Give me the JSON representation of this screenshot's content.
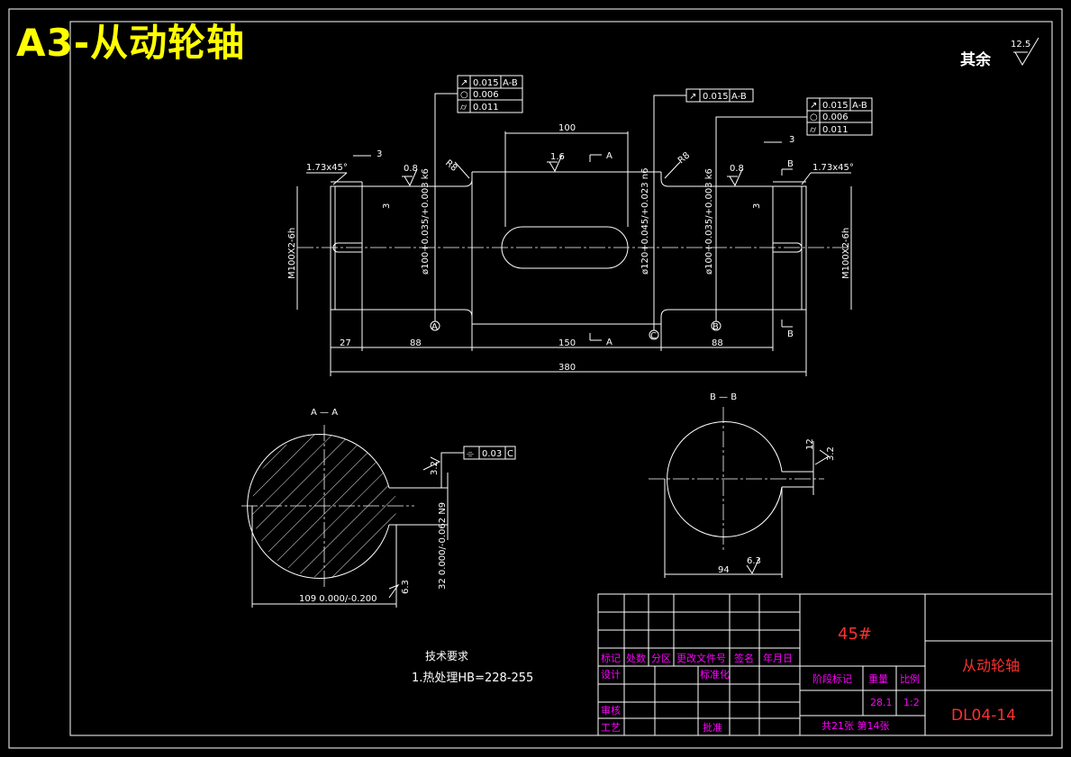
{
  "title": "A3-从动轮轴",
  "rest_roughness": {
    "label": "其余",
    "value": "12.5"
  },
  "front_view": {
    "dims": {
      "len_total": "380",
      "len_27": "27",
      "len_88_left": "88",
      "len_150": "150",
      "len_88_right": "88",
      "keyway_len": "100",
      "chamfer_left": "1.73x45°",
      "chamfer_right": "1.73x45°",
      "gap_3_left": "3",
      "gap_3_right": "3",
      "step_3_left": "3",
      "step_3_right": "3",
      "fillet_left": "R8",
      "fillet_right": "R8",
      "thread_left": "M100X2-6h",
      "thread_right": "M100X2-6h",
      "dia_left": "ø100+0.035/+0.003 k6",
      "dia_mid": "ø120+0.045/+0.023 n6",
      "dia_right": "ø100+0.035/+0.003 k6",
      "rough_08_left": "0.8",
      "rough_16": "1.6",
      "rough_08_right": "0.8"
    },
    "datums": {
      "a": "A",
      "b": "B",
      "c": "C",
      "section_a_top": "A",
      "section_a_bottom": "A",
      "section_b_top": "B",
      "section_b_bottom": "B"
    },
    "tolerance_left": [
      {
        "symbol": "↗",
        "value": "0.015",
        "datum": "A-B"
      },
      {
        "symbol": "○",
        "value": "0.006",
        "datum": ""
      },
      {
        "symbol": "⌭",
        "value": "0.011",
        "datum": ""
      }
    ],
    "tolerance_mid": [
      {
        "symbol": "↗",
        "value": "0.015",
        "datum": "A-B"
      }
    ],
    "tolerance_right": [
      {
        "symbol": "↗",
        "value": "0.015",
        "datum": "A-B"
      },
      {
        "symbol": "○",
        "value": "0.006",
        "datum": ""
      },
      {
        "symbol": "⌭",
        "value": "0.011",
        "datum": ""
      }
    ]
  },
  "section_a": {
    "label": "A — A",
    "dia": "109 0.000/-0.200",
    "width": "32 0.000/-0.062 N9",
    "rough_32": "3.2",
    "rough_63": "6.3",
    "sym_tol": {
      "symbol": "⌯",
      "value": "0.03",
      "datum": "C"
    }
  },
  "section_b": {
    "label": "B — B",
    "depth": "94",
    "width": "12",
    "rough_32": "3.2",
    "rough_63": "6.3"
  },
  "tech_requirements": {
    "heading": "技术要求",
    "item1": "1.热处理HB=228-255"
  },
  "title_block": {
    "material": "45#",
    "part_name": "从动轮轴",
    "drawing_no": "DL04-14",
    "headers": [
      "标记",
      "处数",
      "分区",
      "更改文件号",
      "签名",
      "年月日"
    ],
    "design": "设计",
    "standardize": "标准化",
    "review": "审核",
    "process": "工艺",
    "approve": "批准",
    "stage_mark": "阶段标记",
    "weight": "重量",
    "scale": "比例",
    "weight_val": "28.1",
    "scale_val": "1:2",
    "sheets": "共21张  第14张"
  }
}
